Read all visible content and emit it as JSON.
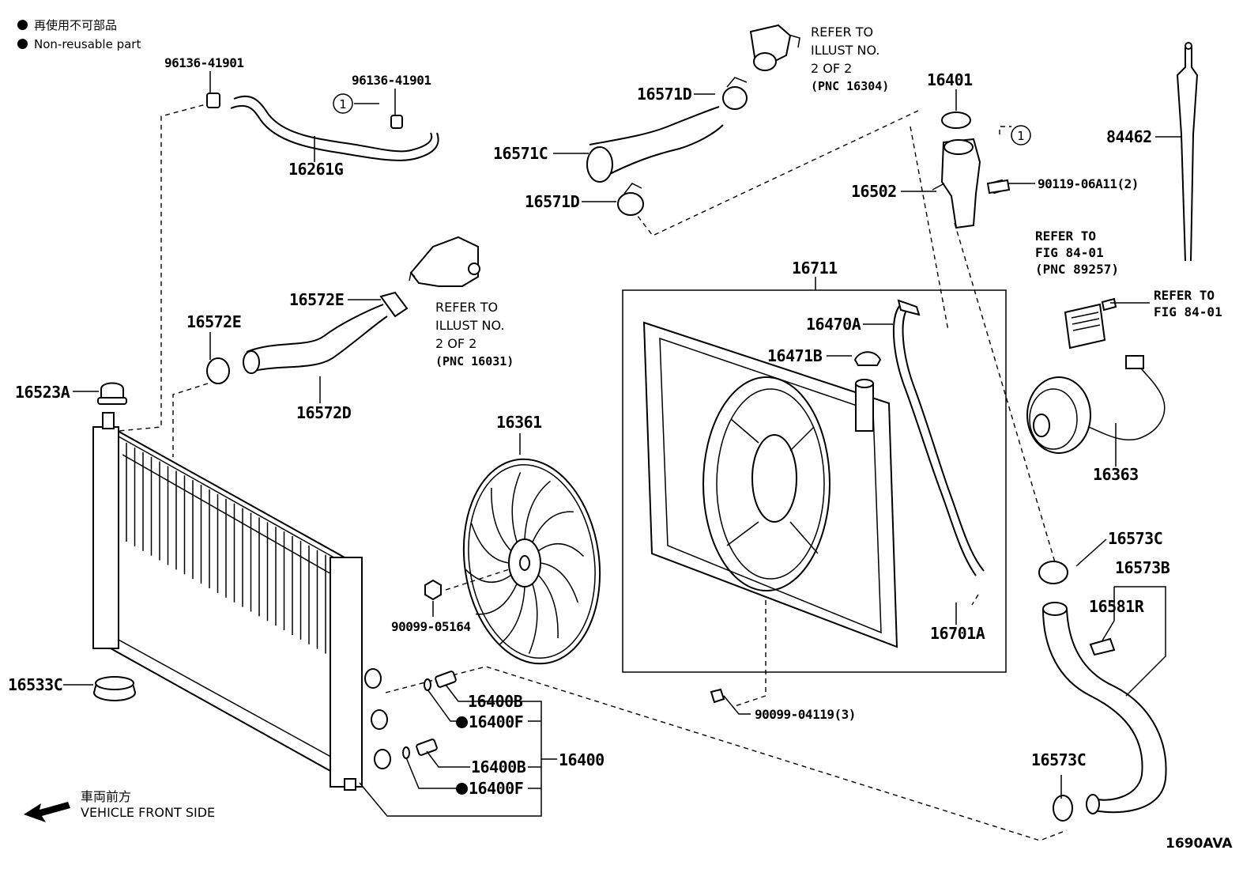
{
  "legend": {
    "non_reusable_jp": "再使用不可部品",
    "non_reusable_en": "Non-reusable part"
  },
  "direction": {
    "jp": "車両前方",
    "en": "VEHICLE FRONT SIDE"
  },
  "figure_id": "1690AVA",
  "ref_marker": "1",
  "parts": {
    "p96136_a": "96136-41901",
    "p96136_b": "96136-41901",
    "p16261G": "16261G",
    "p16571D_top": "16571D",
    "p16571C": "16571C",
    "p16571D_bot": "16571D",
    "p16401": "16401",
    "p16502": "16502",
    "p90119": "90119-06A11(2)",
    "p84462": "84462",
    "p16572E": "16572E",
    "p16572E_clamp": "16572E",
    "p16572D": "16572D",
    "p16523A": "16523A",
    "p16361": "16361",
    "p16711": "16711",
    "p16470A": "16470A",
    "p16471B": "16471B",
    "p16363": "16363",
    "p16573C_top": "16573C",
    "p16573B": "16573B",
    "p16581R": "16581R",
    "p16701A": "16701A",
    "p90099_05164": "90099-05164",
    "p16533C": "16533C",
    "p16400B_a": "16400B",
    "p16400F_a": "16400F",
    "p16400": "16400",
    "p16400B_b": "16400B",
    "p16400F_b": "16400F",
    "p90099_04119": "90099-04119(3)",
    "p16573C_bot": "16573C"
  },
  "refs": {
    "ref_illust_16304": [
      "REFER TO",
      "ILLUST NO.",
      "2 OF 2",
      "(PNC 16304)"
    ],
    "ref_illust_16031": [
      "REFER TO",
      "ILLUST NO.",
      "2 OF 2",
      "(PNC 16031)"
    ],
    "ref_fig_89257": [
      "REFER TO",
      "FIG 84-01",
      "(PNC 89257)"
    ],
    "ref_fig_8401": [
      "REFER TO",
      "FIG 84-01"
    ]
  }
}
